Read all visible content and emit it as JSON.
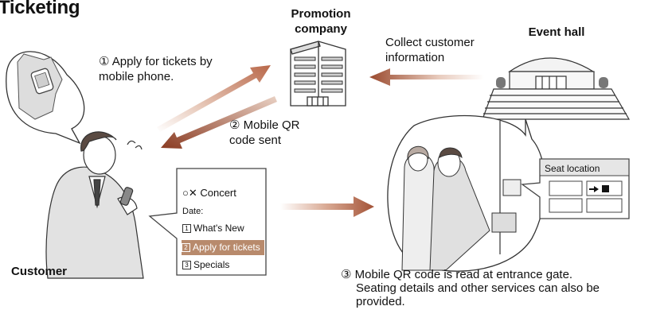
{
  "title": "Ticketing",
  "labels": {
    "promotion": "Promotion company",
    "event_hall": "Event hall",
    "customer": "Customer"
  },
  "steps": {
    "step1": "① Apply for tickets by mobile phone.",
    "step2": "② Mobile QR code sent",
    "collect": "Collect customer information",
    "step3_line1": "③ Mobile QR code is read at entrance gate.",
    "step3_line2": "Seating details and other services can also be",
    "step3_line3": "provided."
  },
  "phone": {
    "concert": "○✕ Concert",
    "date": "Date:",
    "menu": [
      {
        "num": "1",
        "label": "What's New"
      },
      {
        "num": "2",
        "label": "Apply for tickets"
      },
      {
        "num": "3",
        "label": "Specials"
      }
    ],
    "selected_index": 1
  },
  "seat_panel": {
    "title": "Seat location"
  },
  "colors": {
    "arrow_dark": "#8a3b22",
    "arrow_light": "#e8cbbd",
    "highlight": "#b88a6c"
  }
}
